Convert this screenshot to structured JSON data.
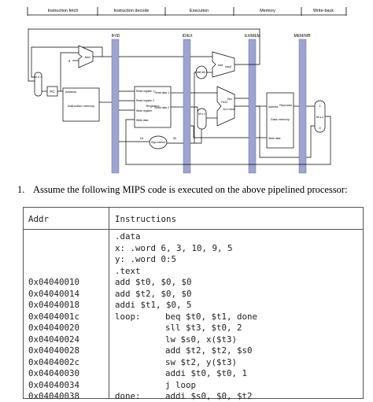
{
  "stages": [
    "Instruction fetch",
    "Instruction decode",
    "Execution",
    "Memory",
    "Write-back"
  ],
  "pipeline_registers": [
    "IF/ID",
    "ID/EX",
    "EX/MEM",
    "MEM/WB"
  ],
  "datapath_labels": {
    "add": "Add",
    "add_result": "Add",
    "add_result_sub": "result",
    "four": "4",
    "pc": "PC",
    "address": "Address",
    "instruction_memory": "Instruction memory",
    "read_register_1": "Read register 1",
    "read_register_2": "Read register 2",
    "write_register": "Write register",
    "write_data": "Write data",
    "registers": "Registers",
    "read_data_1": "Read data 1",
    "read_data_2": "Read data 2",
    "shift_left_2": "Shift left 2",
    "alu": "ALU",
    "alu_result": "ALU result",
    "zero": "Zero",
    "data_memory": "Data memory",
    "dm_address": "Address",
    "dm_read_data": "Read data",
    "dm_write_data": "Write data",
    "sign_extend": "Sign-extend",
    "bits16": "16",
    "bits32": "32",
    "mux": "M u x",
    "mux_zero": "0",
    "mux_one": "1"
  },
  "question": {
    "number": "1.",
    "text": "Assume the following MIPS code is executed on the above pipelined processor:"
  },
  "table": {
    "headers": [
      "Addr",
      "Instructions"
    ],
    "rows": [
      {
        "addr": "",
        "label": "",
        "instr": ".data"
      },
      {
        "addr": "",
        "label": "",
        "instr": "x: .word 6, 3, 10, 9, 5"
      },
      {
        "addr": "",
        "label": "",
        "instr": "y: .word 0:5"
      },
      {
        "addr": "",
        "label": "",
        "instr": ".text"
      },
      {
        "addr": "0x04040010",
        "label": "",
        "instr": "add $t0, $0, $0"
      },
      {
        "addr": "0x04040014",
        "label": "",
        "instr": "add $t2, $0, $0"
      },
      {
        "addr": "0x04040018",
        "label": "",
        "instr": "addi $t1, $0, 5"
      },
      {
        "addr": "0x0404001c",
        "label": "loop:",
        "instr": "beq $t0, $t1, done"
      },
      {
        "addr": "0x04040020",
        "label": "",
        "instr": "sll $t3, $t0, 2"
      },
      {
        "addr": "0x04040024",
        "label": "",
        "instr": "lw $s0, x($t3)"
      },
      {
        "addr": "0x04040028",
        "label": "",
        "instr": "add $t2, $t2, $s0"
      },
      {
        "addr": "0x0404002c",
        "label": "",
        "instr": "sw $t2, y($t3)"
      },
      {
        "addr": "0x04040030",
        "label": "",
        "instr": "addi $t0, $t0, 1"
      },
      {
        "addr": "0x04040034",
        "label": "",
        "instr": "j loop"
      },
      {
        "addr": "0x04040038",
        "label": "done:",
        "instr": "addi $s0, $0, $t2"
      }
    ]
  }
}
